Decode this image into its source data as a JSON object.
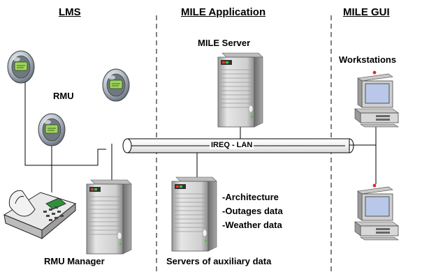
{
  "columns": {
    "lms": "LMS",
    "mile_application": "MILE Application",
    "mile_gui": "MILE GUI"
  },
  "labels": {
    "mile_server": "MILE Server",
    "workstations": "Workstations",
    "rmu": "RMU",
    "lan": "IREQ - LAN",
    "rmu_manager": "RMU Manager",
    "aux_servers": "Servers of auxiliary data"
  },
  "aux_data": [
    "-Architecture",
    "-Outages data",
    "-Weather data"
  ],
  "colors": {
    "meter_green": "#2e8b57",
    "screen_green": "#9fd55a",
    "server_grey": "#d6d6d6",
    "monitor_blue": "#b9c8e8"
  },
  "icons": [
    "meter-icon",
    "server-icon",
    "workstation-icon",
    "telephone-icon"
  ]
}
